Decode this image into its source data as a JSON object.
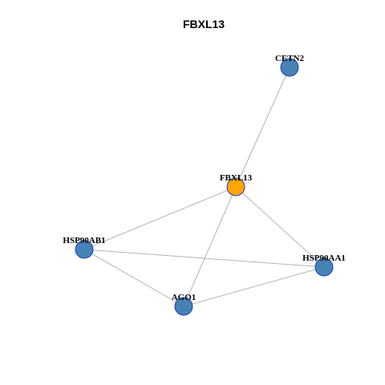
{
  "title": "FBXL13",
  "colors": {
    "center_node": "#FFA500",
    "neighbor_node": "#4682B4",
    "node_border": "#1F3FBF",
    "edge": "#B3B3B3"
  },
  "nodes": [
    {
      "id": "FBXL13",
      "label": "FBXL13",
      "role": "center"
    },
    {
      "id": "CETN2",
      "label": "CETN2",
      "role": "neighbor"
    },
    {
      "id": "HSP90AB1",
      "label": "HSP90AB1",
      "role": "neighbor"
    },
    {
      "id": "HSP90AA1",
      "label": "HSP90AA1",
      "role": "neighbor"
    },
    {
      "id": "AGO1",
      "label": "AGO1",
      "role": "neighbor"
    }
  ],
  "edges": [
    {
      "source": "FBXL13",
      "target": "CETN2"
    },
    {
      "source": "FBXL13",
      "target": "HSP90AB1"
    },
    {
      "source": "FBXL13",
      "target": "HSP90AA1"
    },
    {
      "source": "FBXL13",
      "target": "AGO1"
    },
    {
      "source": "HSP90AB1",
      "target": "HSP90AA1"
    },
    {
      "source": "HSP90AB1",
      "target": "AGO1"
    },
    {
      "source": "AGO1",
      "target": "HSP90AA1"
    }
  ]
}
